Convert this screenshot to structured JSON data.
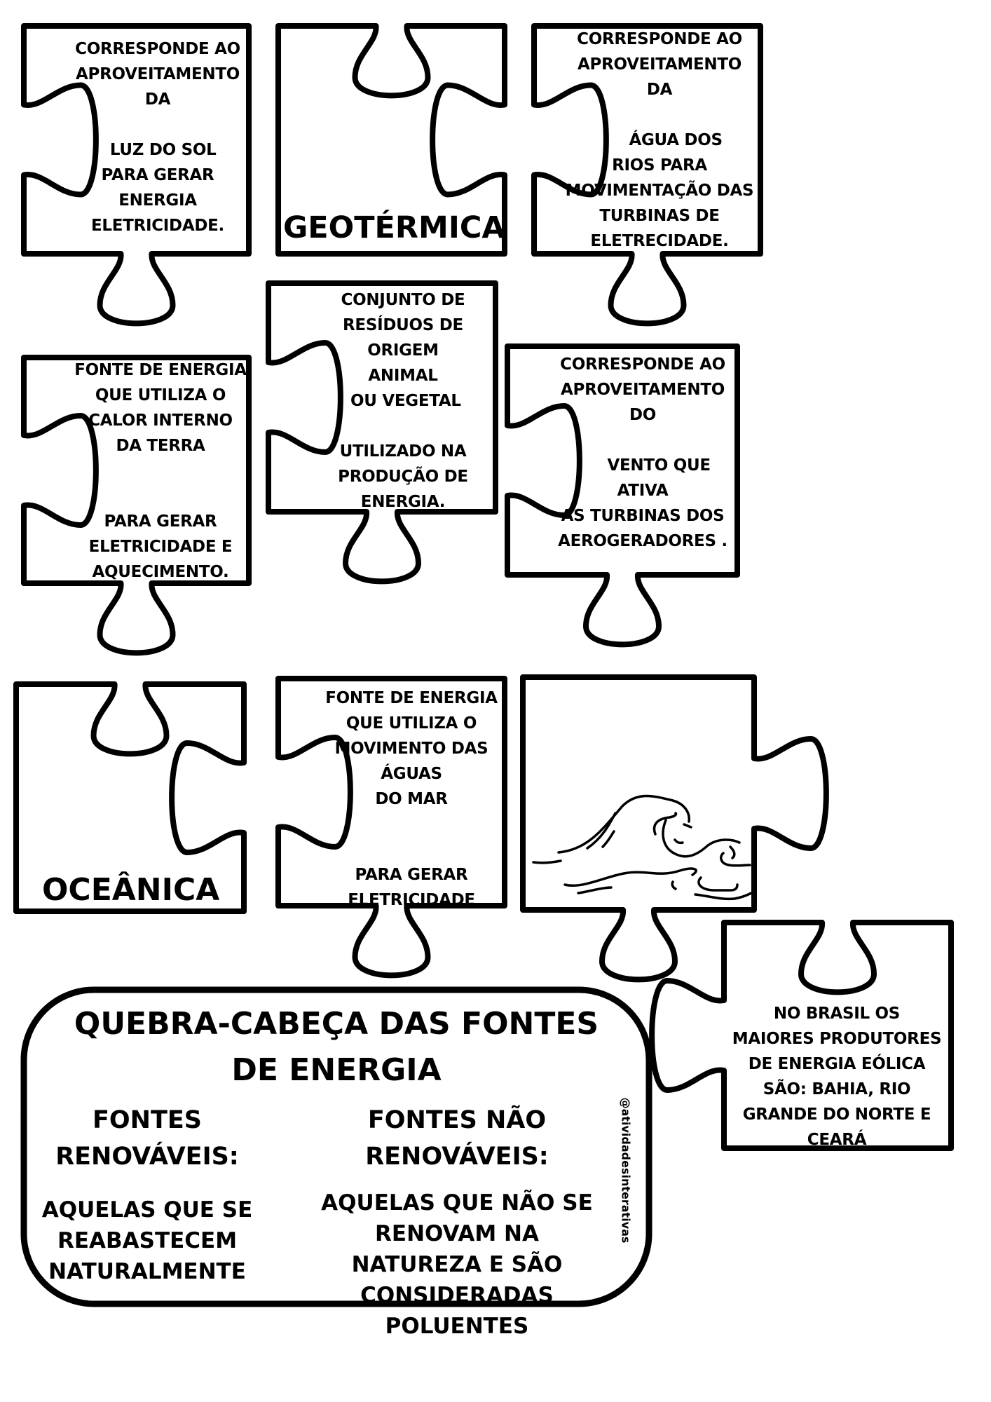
{
  "worksheet": {
    "title": "QUEBRA-CABEÇA DAS FONTES DE ENERGIA",
    "title_lines": [
      "QUEBRA-CABEÇA DAS FONTES",
      "DE ENERGIA"
    ],
    "watermark": "@atividadesinterativas",
    "ink_color": "#000000",
    "paper_color": "#ffffff"
  },
  "pieces": [
    {
      "id": "solar-description",
      "type": "description",
      "text": "CORRESPONDE AO\nAPROVEITAMENTO\nDA\n\n  LUZ DO SOL\nPARA GERAR\nENERGIA\nELETRICIDADE."
    },
    {
      "id": "geotermica-name",
      "type": "name",
      "text": "GEOTÉRMICA"
    },
    {
      "id": "hidrica-description",
      "type": "description",
      "text": "CORRESPONDE AO\nAPROVEITAMENTO\nDA\n\n      ÁGUA DOS\nRIOS PARA\nMOVIMENTAÇÃO DAS\nTURBINAS DE\nELETRECIDADE."
    },
    {
      "id": "geotermica-description",
      "type": "description",
      "text": "FONTE DE ENERGIA\nQUE UTILIZA O\nCALOR INTERNO\nDA TERRA\n\n\nPARA GERAR\nELETRICIDADE E\nAQUECIMENTO."
    },
    {
      "id": "biomassa-description",
      "type": "description",
      "text": "CONJUNTO DE\nRESÍDUOS DE\nORIGEM\nANIMAL\n OU VEGETAL\n\nUTILIZADO NA\nPRODUÇÃO DE\nENERGIA."
    },
    {
      "id": "eolica-description",
      "type": "description",
      "text": "CORRESPONDE AO\nAPROVEITAMENTO\nDO\n\n      VENTO QUE\nATIVA\nAS TURBINAS DOS\nAEROGERADORES ."
    },
    {
      "id": "oceanica-name",
      "type": "name",
      "text": "OCEÂNICA"
    },
    {
      "id": "oceanica-description",
      "type": "description",
      "text": "FONTE DE ENERGIA\nQUE UTILIZA O\nMOVIMENTO DAS\nÁGUAS\nDO MAR\n\n\nPARA GERAR\nELETRICIDADE"
    },
    {
      "id": "oceanica-image",
      "type": "image",
      "icon": "ocean-wave-icon"
    },
    {
      "id": "eolica-fact",
      "type": "fact",
      "text": "NO BRASIL OS\nMAIORES PRODUTORES\nDE ENERGIA EÓLICA\nSÃO: BAHIA, RIO\nGRANDE DO NORTE E\nCEARÁ"
    }
  ],
  "info": {
    "renewable": {
      "heading": "FONTES\nRENOVÁVEIS:",
      "description": "AQUELAS QUE SE\nREABASTECEM\nNATURALMENTE"
    },
    "non_renewable": {
      "heading": "FONTES NÃO\nRENOVÁVEIS:",
      "description": "AQUELAS QUE NÃO SE\nRENOVAM NA\nNATUREZA E SÃO\nCONSIDERADAS\nPOLUENTES"
    }
  }
}
